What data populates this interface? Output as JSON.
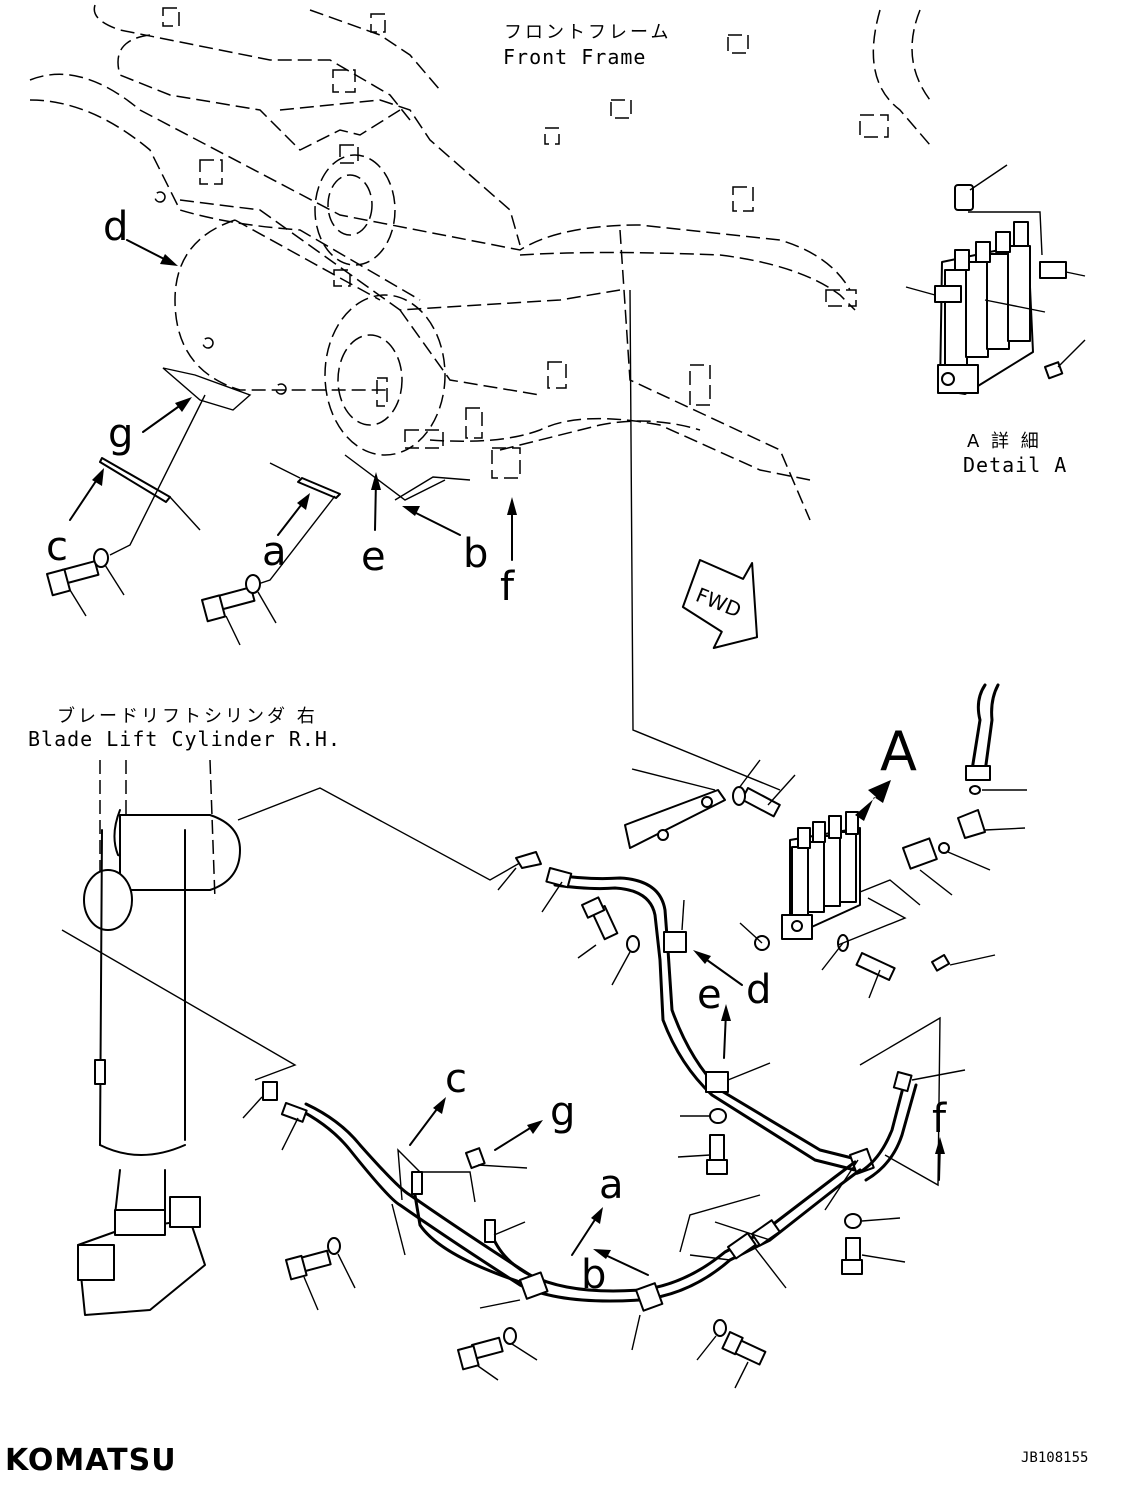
{
  "captions": {
    "front_frame_jp": "フロントフレーム",
    "front_frame_en": "Front Frame",
    "detail_a_jp": "A 詳 細",
    "detail_a_en": "Detail A",
    "blade_lift_jp": "ブレードリフトシリンダ 右",
    "blade_lift_en": "Blade Lift Cylinder R.H."
  },
  "direction_arrow": "FWD",
  "detail_callout": "A",
  "labels": {
    "d": "d",
    "g": "g",
    "c": "c",
    "a": "a",
    "e": "e",
    "b": "b",
    "f": "f"
  },
  "brand": {
    "logo": "KOMATSU"
  },
  "drawing_code": "JB108155"
}
